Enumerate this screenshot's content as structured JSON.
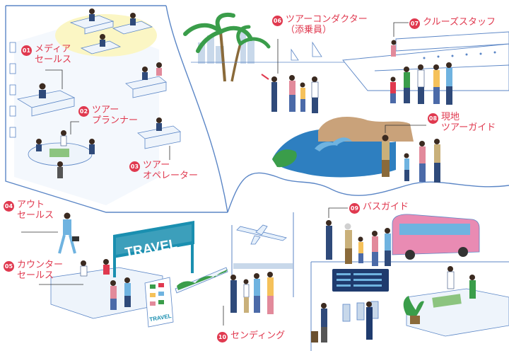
{
  "colors": {
    "label_red": "#e0394f",
    "outline_blue": "#5b86c6",
    "floor_blue": "#e6f0fb",
    "sign_teal": "#1a8fb0",
    "bus_pink": "#e98bb3",
    "sea_blue": "#2e7fc0",
    "palm_green": "#3a9d4a"
  },
  "sign": {
    "text": "TRAVEL"
  },
  "kiosk": {
    "text": "TRAVEL"
  },
  "labels": [
    {
      "num": "01",
      "lines": [
        "メディア",
        "セールス"
      ]
    },
    {
      "num": "02",
      "lines": [
        "ツアー",
        "プランナー"
      ]
    },
    {
      "num": "03",
      "lines": [
        "ツアー",
        "オペレーター"
      ]
    },
    {
      "num": "04",
      "lines": [
        "アウト",
        "セールス"
      ]
    },
    {
      "num": "05",
      "lines": [
        "カウンター",
        "セールス"
      ]
    },
    {
      "num": "06",
      "lines": [
        "ツアーコンダクター",
        "（添乗員）"
      ]
    },
    {
      "num": "07",
      "lines": [
        "クルーズスタッフ"
      ]
    },
    {
      "num": "08",
      "lines": [
        "現地",
        "ツアーガイド"
      ]
    },
    {
      "num": "09",
      "lines": [
        "バスガイド"
      ]
    },
    {
      "num": "10",
      "lines": [
        "センディング"
      ]
    }
  ]
}
